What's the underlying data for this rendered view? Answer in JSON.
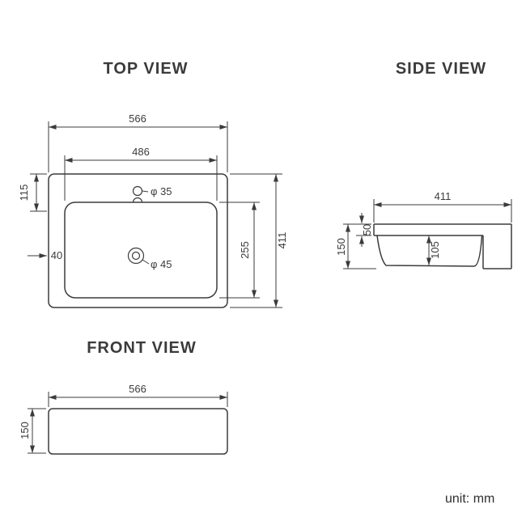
{
  "unit_label": "unit: mm",
  "style": {
    "line_color": "#3b3b3b",
    "background": "#ffffff"
  },
  "views": {
    "top": {
      "title": "TOP VIEW",
      "dims": {
        "width": "566",
        "basin_width": "486",
        "top_offset": "115",
        "depth": "411",
        "basin_depth": "255",
        "rim_offset": "40",
        "faucet_hole": "φ 35",
        "drain_hole": "φ 45"
      }
    },
    "side": {
      "title": "SIDE VIEW",
      "dims": {
        "depth": "411",
        "rim_height": "50",
        "height": "150",
        "bowl_depth": "105"
      }
    },
    "front": {
      "title": "FRONT VIEW",
      "dims": {
        "width": "566",
        "height": "150"
      }
    }
  }
}
